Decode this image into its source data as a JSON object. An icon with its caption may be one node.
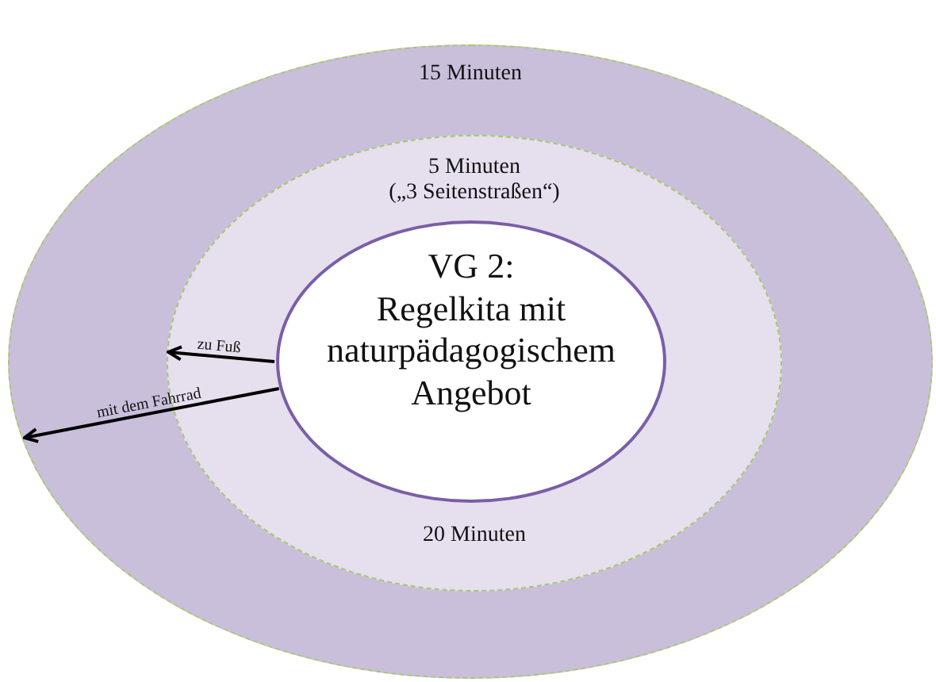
{
  "diagram": {
    "nodes": [
      {
        "text": [
          "15 Minuten"
        ]
      },
      {
        "text": [
          "5 Minuten",
          "(„3 Seitenstraßen“)",
          "20 Minuten"
        ],
        "in": 0
      },
      {
        "text": [
          "VG 2:",
          "Regelkita mit naturpädagogischem Angebot"
        ],
        "in": 1
      }
    ],
    "edges": [
      {
        "from": 2,
        "to": 1,
        "arrow": "to",
        "label": "zu Fuß"
      },
      {
        "from": 2,
        "to": 0,
        "arrow": "to",
        "label": "mit dem Fahrrad"
      }
    ]
  }
}
